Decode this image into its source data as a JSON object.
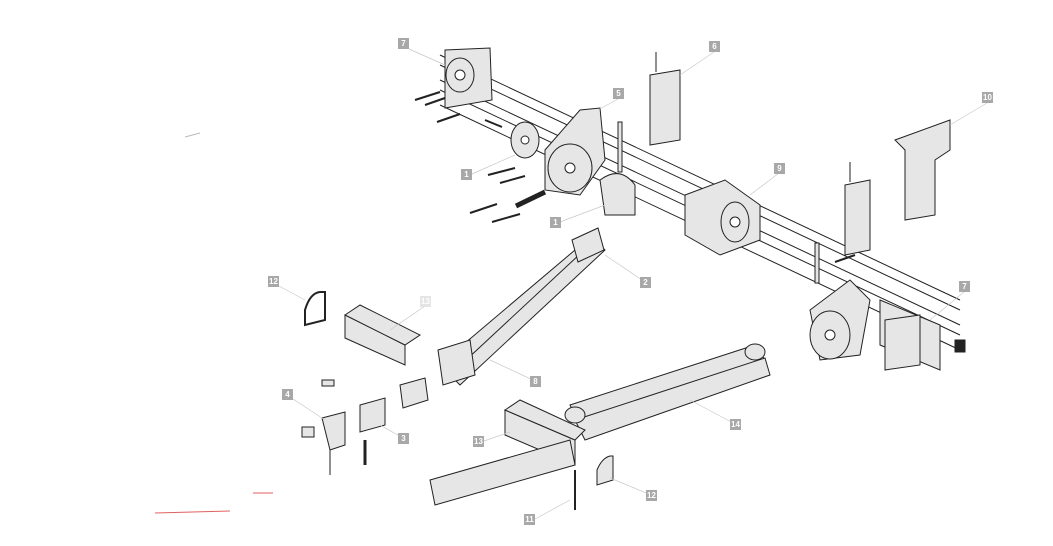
{
  "diagram": {
    "type": "exploded-assembly",
    "callouts": [
      "7",
      "6",
      "5",
      "10",
      "1",
      "9",
      "1",
      "2",
      "7",
      "12",
      "13",
      "8",
      "4",
      "3",
      "14",
      "13",
      "12",
      "11"
    ],
    "colors": {
      "line": "#222222",
      "fill": "#e6e6e6",
      "callout": "#a8a8a8",
      "leader": "#c8c8c8"
    }
  }
}
